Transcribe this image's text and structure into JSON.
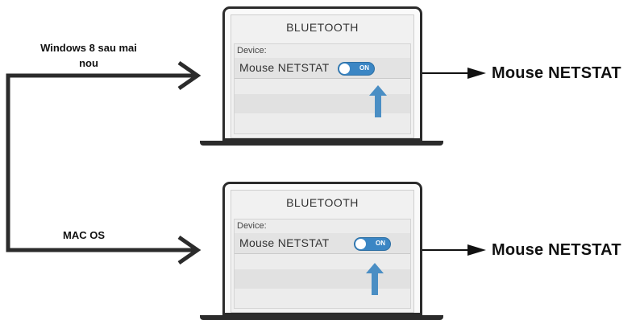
{
  "labels": {
    "windows": "Windows 8 sau mai nou",
    "mac": "MAC OS"
  },
  "laptops": [
    {
      "screen_title": "BLUETOOTH",
      "device_label": "Device:",
      "device_name": "Mouse NETSTAT",
      "toggle_state": "ON",
      "result_label": "Mouse NETSTAT"
    },
    {
      "screen_title": "BLUETOOTH",
      "device_label": "Device:",
      "device_name": "Mouse NETSTAT",
      "toggle_state": "ON",
      "result_label": "Mouse NETSTAT"
    }
  ],
  "colors": {
    "toggle_blue": "#3b86c4",
    "pointer_arrow": "#4a8ec4",
    "connector": "#2b2b2b"
  }
}
